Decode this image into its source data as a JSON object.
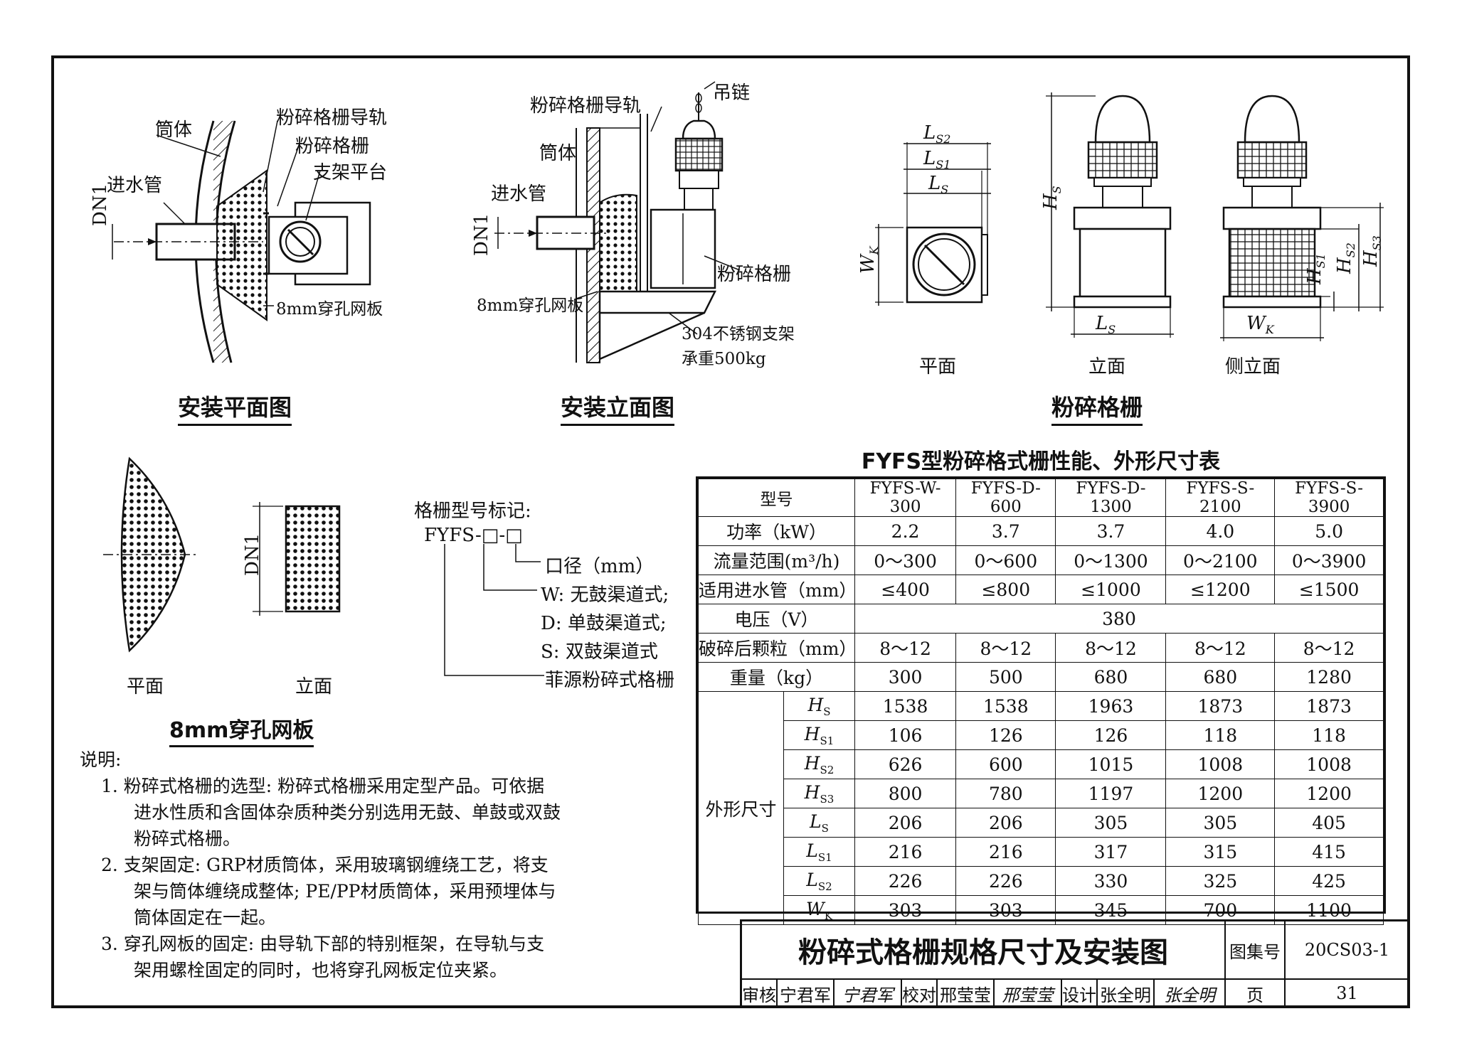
{
  "drawings": {
    "install_plan": {
      "caption": "安装平面图",
      "labels": [
        "筒体",
        "粉碎格栅导轨",
        "粉碎格栅",
        "支架平台",
        "进水管",
        "DN1",
        "8mm穿孔网板"
      ]
    },
    "install_elev": {
      "caption": "安装立面图",
      "labels": [
        "粉碎格栅导轨",
        "吊链",
        "筒体",
        "进水管",
        "DN1",
        "粉碎格栅",
        "8mm穿孔网板",
        "304不锈钢支架",
        "承重500kg"
      ]
    },
    "grinder": {
      "caption": "粉碎格栅",
      "views": [
        "平面",
        "立面",
        "侧立面"
      ],
      "dims": [
        "L",
        "S2",
        "L",
        "S1",
        "L",
        "S",
        "W",
        "K",
        "H",
        "S",
        "L",
        "S",
        "H",
        "S1",
        "H",
        "S2",
        "H",
        "S3",
        "W",
        "K"
      ]
    },
    "perforated": {
      "caption": "8mm穿孔网板",
      "views": [
        "平面",
        "立面"
      ],
      "dim": "DN1"
    },
    "model_code": {
      "heading": "格栅型号标记:",
      "code": "FYFS-□-□",
      "items": [
        "口径（mm）",
        "W: 无鼓渠道式;",
        "D: 单鼓渠道式;",
        "S: 双鼓渠道式",
        "菲源粉碎式格栅"
      ]
    }
  },
  "table": {
    "title": "FYFS型粉碎格式栅性能、外形尺寸表",
    "header": [
      "型号",
      "FYFS-W-300",
      "FYFS-D-600",
      "FYFS-D-1300",
      "FYFS-S-2100",
      "FYFS-S-3900"
    ],
    "rows": [
      {
        "label": "功率（kW）",
        "values": [
          "2.2",
          "3.7",
          "3.7",
          "4.0",
          "5.0"
        ]
      },
      {
        "label": "流量范围(m³/h)",
        "values": [
          "0～300",
          "0～600",
          "0～1300",
          "0～2100",
          "0～3900"
        ]
      },
      {
        "label": "适用进水管（mm）",
        "values": [
          "≤400",
          "≤800",
          "≤1000",
          "≤1200",
          "≤1500"
        ]
      },
      {
        "label": "电压（V）",
        "merged": "380"
      },
      {
        "label": "破碎后颗粒（mm）",
        "values": [
          "8～12",
          "8～12",
          "8～12",
          "8～12",
          "8～12"
        ]
      },
      {
        "label": "重量（kg）",
        "values": [
          "300",
          "500",
          "680",
          "680",
          "1280"
        ]
      }
    ],
    "dim_group": "外形尺寸",
    "dim_rows": [
      {
        "sym": "H",
        "sub": "S",
        "values": [
          "1538",
          "1538",
          "1963",
          "1873",
          "1873"
        ]
      },
      {
        "sym": "H",
        "sub": "S1",
        "values": [
          "106",
          "126",
          "126",
          "118",
          "118"
        ]
      },
      {
        "sym": "H",
        "sub": "S2",
        "values": [
          "626",
          "600",
          "1015",
          "1008",
          "1008"
        ]
      },
      {
        "sym": "H",
        "sub": "S3",
        "values": [
          "800",
          "780",
          "1197",
          "1200",
          "1200"
        ]
      },
      {
        "sym": "L",
        "sub": "S",
        "values": [
          "206",
          "206",
          "305",
          "305",
          "405"
        ]
      },
      {
        "sym": "L",
        "sub": "S1",
        "values": [
          "216",
          "216",
          "317",
          "315",
          "415"
        ]
      },
      {
        "sym": "L",
        "sub": "S2",
        "values": [
          "226",
          "226",
          "330",
          "325",
          "425"
        ]
      },
      {
        "sym": "W",
        "sub": "K",
        "values": [
          "303",
          "303",
          "345",
          "700",
          "1100"
        ]
      }
    ]
  },
  "notes": {
    "heading": "说明:",
    "items": [
      [
        "1. 粉碎式格栅的选型: 粉碎式格栅采用定型产品。可依据",
        "进水性质和含固体杂质种类分别选用无鼓、单鼓或双鼓",
        "粉碎式格栅。"
      ],
      [
        "2. 支架固定: GRP材质筒体，采用玻璃钢缠绕工艺，将支",
        "架与筒体缠绕成整体; PE/PP材质筒体，采用预埋体与",
        "筒体固定在一起。"
      ],
      [
        "3. 穿孔网板的固定: 由导轨下部的特别框架，在导轨与支",
        "架用螺栓固定的同时，也将穿孔网板定位夹紧。"
      ]
    ]
  },
  "title_block": {
    "title": "粉碎式格栅规格尺寸及安装图",
    "atlas_label": "图集号",
    "atlas_no": "20CS03-1",
    "page_label": "页",
    "page_no": "31",
    "review_label": "审核",
    "reviewer": "宁君军",
    "review_sig": "宁君军",
    "check_label": "校对",
    "checker": "邢莹莹",
    "check_sig": "邢莹莹",
    "design_label": "设计",
    "designer": "张全明",
    "design_sig": "张全明"
  }
}
